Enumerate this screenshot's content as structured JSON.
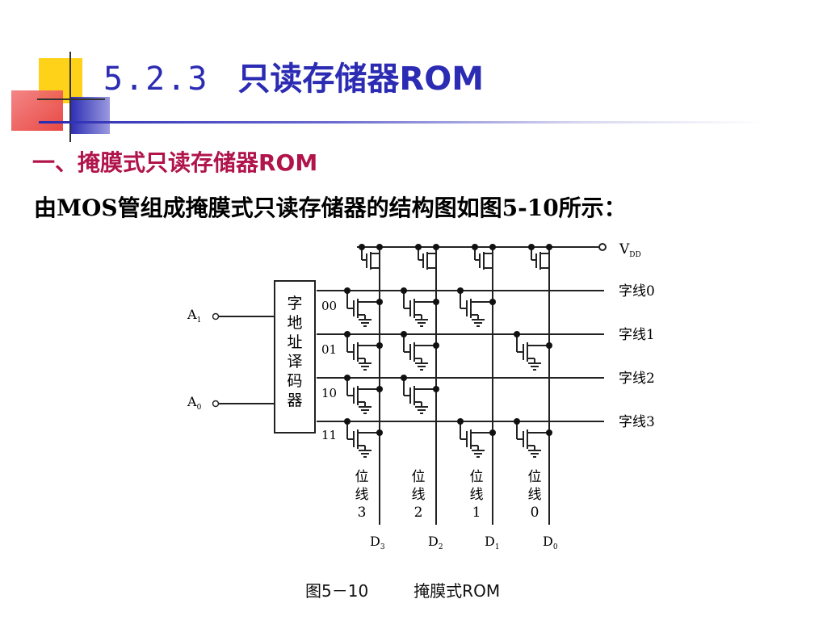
{
  "title": {
    "number": "5.2.3",
    "text": "只读存储器ROM"
  },
  "subtitle": "一、掩膜式只读存储器ROM",
  "body_text": "由MOS管组成掩膜式只读存储器的结构图如图5-10所示：",
  "diagram": {
    "vdd_label": "V",
    "vdd_sub": "DD",
    "inputs": [
      {
        "label": "A",
        "sub": "1"
      },
      {
        "label": "A",
        "sub": "0"
      }
    ],
    "decoder_label": [
      "字",
      "地",
      "址",
      "译",
      "码",
      "器"
    ],
    "addresses": [
      "00",
      "01",
      "10",
      "11"
    ],
    "word_lines": [
      "字线0",
      "字线1",
      "字线2",
      "字线3"
    ],
    "bit_lines": [
      [
        "位",
        "线",
        "3"
      ],
      [
        "位",
        "线",
        "2"
      ],
      [
        "位",
        "线",
        "1"
      ],
      [
        "位",
        "线",
        "0"
      ]
    ],
    "outputs": [
      {
        "label": "D",
        "sub": "3"
      },
      {
        "label": "D",
        "sub": "2"
      },
      {
        "label": "D",
        "sub": "1"
      },
      {
        "label": "D",
        "sub": "0"
      }
    ],
    "caption_fig": "图5－10",
    "caption_text": "掩膜式ROM"
  },
  "colors": {
    "title": "#2b2bb3",
    "subtitle": "#b0144a",
    "deco_yellow": "#ffcc00",
    "deco_red": "#e8403a",
    "deco_blue": "#2b2bb3"
  }
}
